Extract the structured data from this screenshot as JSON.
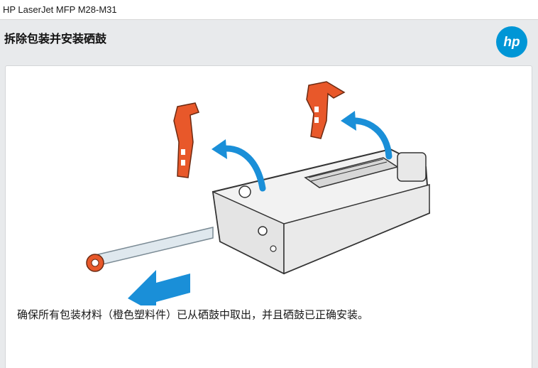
{
  "window": {
    "title": "HP LaserJet MFP M28-M31"
  },
  "header": {
    "page_title": "拆除包装并安装硒鼓",
    "logo_icon": "hp-logo-icon",
    "logo_text": "hp",
    "brand_color": "#0096d6"
  },
  "content": {
    "illustration_icon": "toner-cartridge-unpacking-illustration",
    "caption": "确保所有包装材料（橙色塑料件）已从硒鼓中取出，并且硒鼓已正确安装。",
    "accent_colors": {
      "packing_parts": "#e8582a",
      "arrows": "#1a8fd8"
    }
  }
}
